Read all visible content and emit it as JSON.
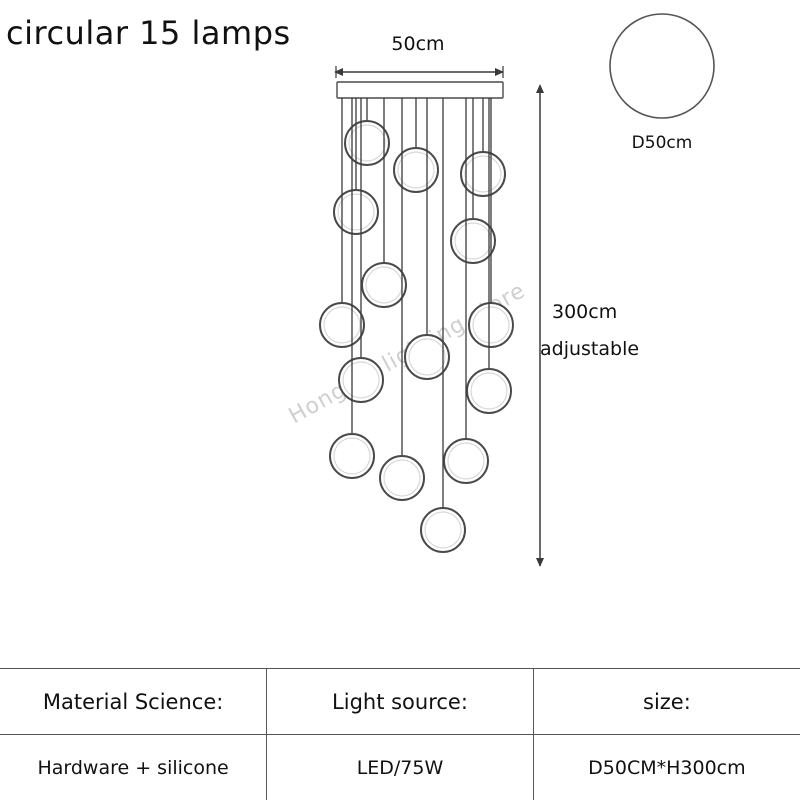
{
  "title": "circular 15 lamps",
  "dimensions": {
    "width_label": "50cm",
    "height_label": "300cm",
    "height_note": "adjustable",
    "diameter_label": "D50cm"
  },
  "watermark": "Hongqin lighting store",
  "specs": {
    "headers": [
      "Material Science:",
      "Light source:",
      "size:"
    ],
    "values": [
      "Hardware + silicone",
      "LED/75W",
      "D50CM*H300cm"
    ]
  },
  "colors": {
    "line": "#3a3a3a",
    "ring": "#4a4a4a",
    "ring_inner": "#d8d8d8",
    "watermark": "#cfcfcf"
  }
}
